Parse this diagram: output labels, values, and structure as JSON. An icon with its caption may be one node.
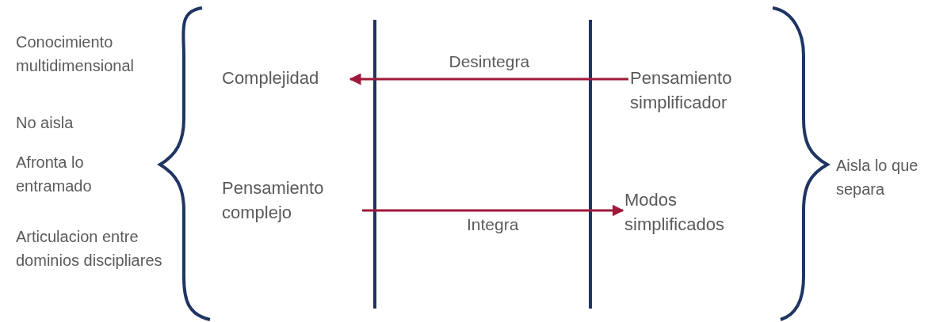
{
  "diagram": {
    "nodes": [
      {
        "text": [
          "Complejidad"
        ]
      },
      {
        "text": [
          "Pensamiento simplificador"
        ]
      },
      {
        "text": [
          "Pensamiento complejo"
        ]
      },
      {
        "text": [
          "Modos simplificados"
        ]
      }
    ],
    "edges": [
      {
        "from": 1,
        "to": 0,
        "arrow": "to",
        "label": "Desintegra"
      },
      {
        "from": 2,
        "to": 3,
        "arrow": "to",
        "label": "Integra"
      }
    ],
    "labels": [
      "Conocimiento multidimensional",
      "No aisla",
      "Afronta lo entramado",
      "Articulacion entre dominios discipliares",
      "Aisla lo que separa"
    ]
  }
}
